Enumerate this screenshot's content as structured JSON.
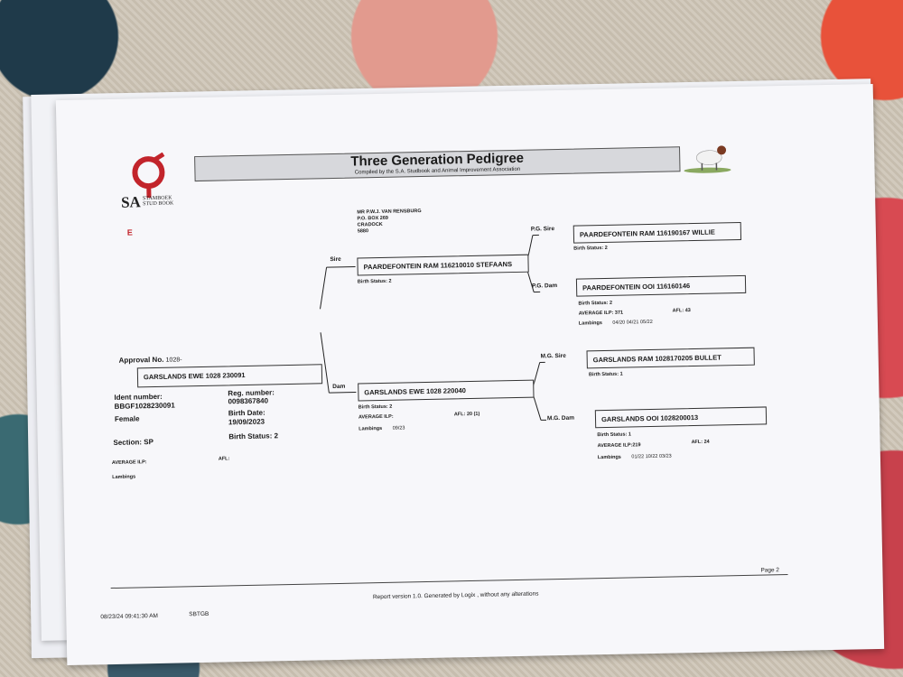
{
  "header": {
    "title": "Three Generation Pedigree",
    "subtitle": "Compiled by the S.A. Studbook and Animal Improvement Association",
    "logo_text_main": "SA",
    "logo_text_line1": "STAMBOEK",
    "logo_text_line2": "STUD BOOK",
    "mark": "E"
  },
  "owner": {
    "name": "MR P.W.J. VAN RENSBURG",
    "box": "P.O. BOX 269",
    "town": "CRADOCK",
    "code": "5880"
  },
  "subject": {
    "approval_label": "Approval No.",
    "approval_value": "1028-",
    "name": "GARSLANDS EWE 1028 230091",
    "ident_label": "Ident number:",
    "ident_value": "BBGF1028230091",
    "reg_label": "Reg. number:",
    "reg_value": "0098367840",
    "sex": "Female",
    "birth_date_label": "Birth Date:",
    "birth_date_value": "19/09/2023",
    "section": "Section: SP",
    "birth_status": "Birth Status: 2",
    "ilp_label": "AVERAGE ILP:",
    "afl_label": "AFL:",
    "lambings_label": "Lambings"
  },
  "sire": {
    "label": "Sire",
    "name": "PAARDEFONTEIN RAM 116210010 STEFAANS",
    "birth_status": "Birth Status: 2"
  },
  "dam": {
    "label": "Dam",
    "name": "GARSLANDS EWE 1028 220040",
    "birth_status": "Birth Status: 2",
    "ilp": "AVERAGE ILP:",
    "afl": "AFL:  20 (1)",
    "lambings_label": "Lambings",
    "lambings_value": "09/23"
  },
  "pg_sire": {
    "label": "P.G. Sire",
    "name": "PAARDEFONTEIN RAM 116190167 WILLIE",
    "birth_status": "Birth Status: 2"
  },
  "pg_dam": {
    "label": "P.G. Dam",
    "name": "PAARDEFONTEIN OOI 116160146",
    "birth_status": "Birth Status: 2",
    "ilp": "AVERAGE ILP:  371",
    "afl": "AFL:  43",
    "lambings_label": "Lambings",
    "lambings_value": "04/20 04/21 05/22"
  },
  "mg_sire": {
    "label": "M.G. Sire",
    "name": "GARSLANDS RAM 1028170205 BULLET",
    "birth_status": "Birth Status: 1"
  },
  "mg_dam": {
    "label": "M.G. Dam",
    "name": "GARSLANDS OOI 1028200013",
    "birth_status": "Birth Status: 1",
    "ilp": "AVERAGE ILP:219",
    "afl": "AFL:  24",
    "lambings_label": "Lambings",
    "lambings_value": "01/22 10/22 03/23"
  },
  "footer": {
    "timestamp": "08/23/24 09:41:30 AM",
    "code": "SBTGB",
    "report": "Report version 1.0. Generated by Logix , without any alterations",
    "page": "Page 2"
  }
}
